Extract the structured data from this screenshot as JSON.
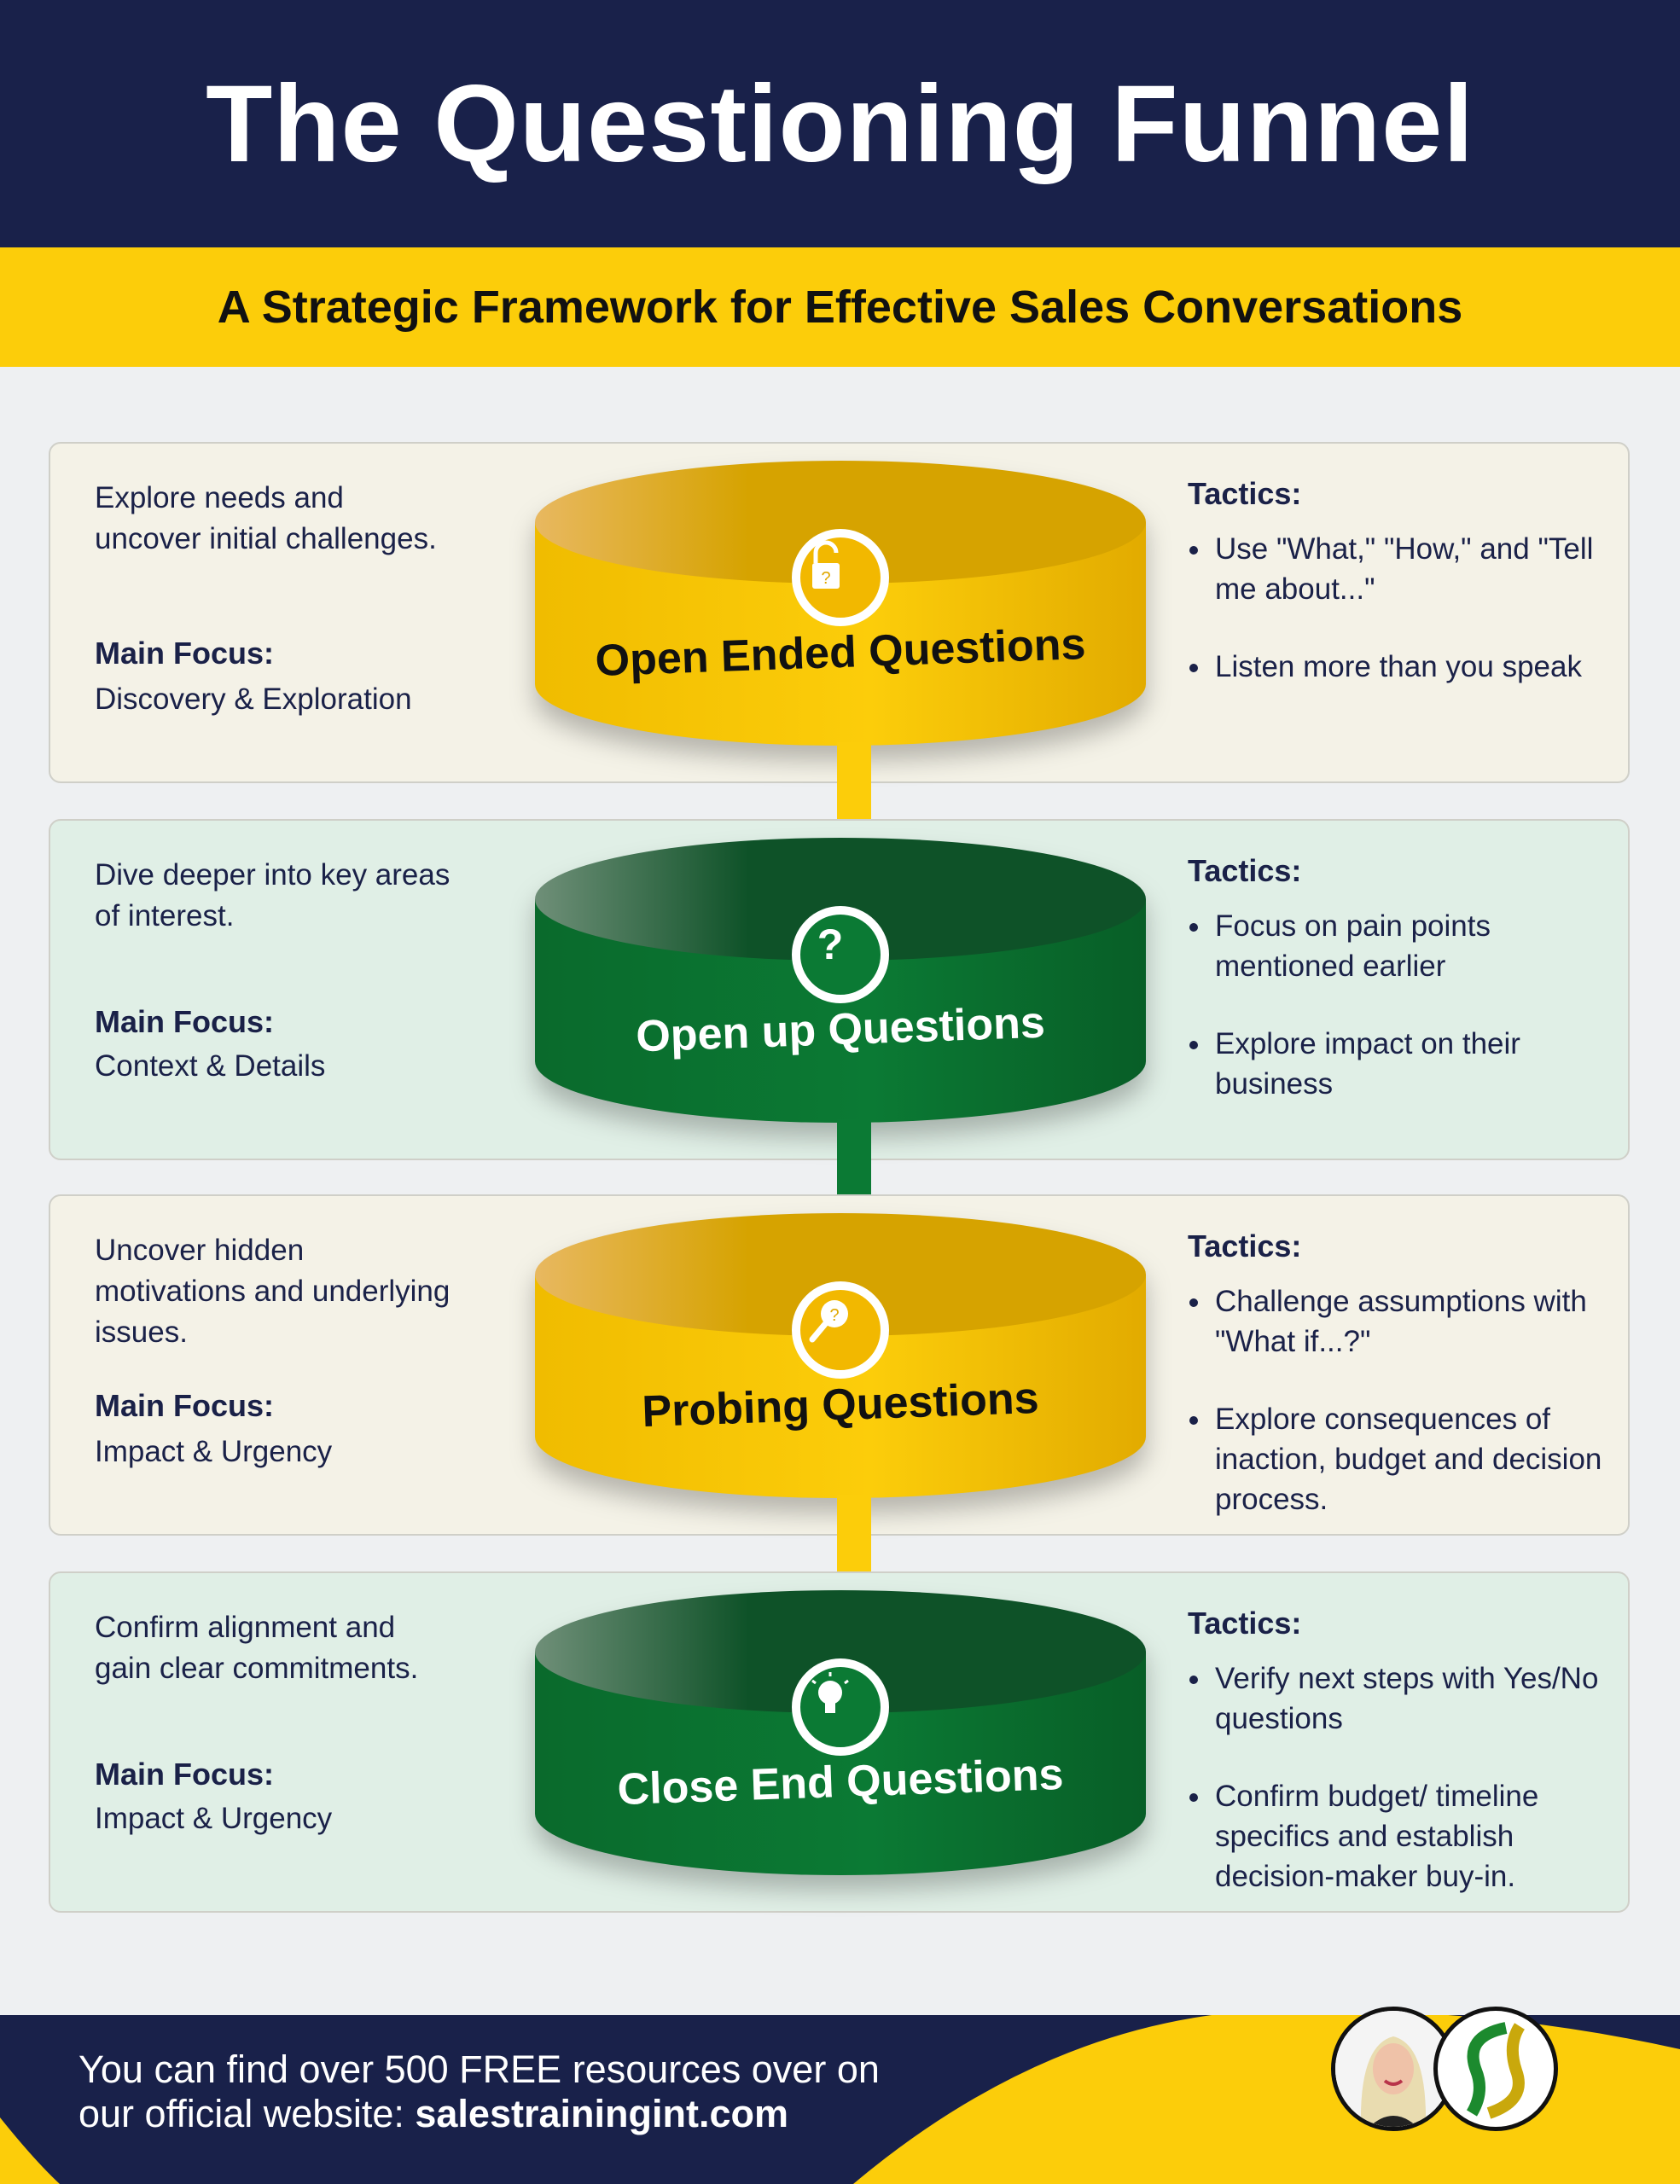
{
  "header": {
    "title": "The Questioning Funnel",
    "subtitle": "A Strategic Framework for Effective Sales Conversations"
  },
  "common": {
    "main_focus_label": "Main Focus:",
    "tactics_label": "Tactics:"
  },
  "stages": [
    {
      "title": "Open Ended Questions",
      "icon": "unlock-icon",
      "color": "yellow",
      "description": "Explore needs and uncover initial challenges.",
      "main_focus": "Discovery & Exploration",
      "tactics": [
        "Use \"What,\" \"How,\" and \"Tell me about...\"",
        "Listen more than you speak"
      ]
    },
    {
      "title": "Open up Questions",
      "icon": "question-icon",
      "color": "green",
      "description": "Dive deeper into key areas of interest.",
      "main_focus": "Context & Details",
      "tactics": [
        "Focus on pain points mentioned earlier",
        "Explore impact on their business"
      ]
    },
    {
      "title": "Probing Questions",
      "icon": "magnifier-icon",
      "color": "yellow",
      "description": "Uncover hidden motivations and underlying issues.",
      "main_focus": "Impact & Urgency",
      "tactics": [
        "Challenge assumptions with \"What if...?\"",
        "Explore consequences of inaction, budget and decision process."
      ]
    },
    {
      "title": "Close End Questions",
      "icon": "lightbulb-icon",
      "color": "green",
      "description": "Confirm alignment and gain clear commitments.",
      "main_focus": "Impact & Urgency",
      "tactics": [
        "Verify next steps with Yes/No questions",
        "Confirm budget/ timeline specifics and establish decision-maker buy-in."
      ]
    }
  ],
  "footer": {
    "line1": "You can find over 500 FREE resources over on",
    "line2_prefix": "our official website: ",
    "website": "salestrainingint.com"
  },
  "colors": {
    "navy": "#19214a",
    "yellow": "#fccd0a",
    "green": "#0b7a34"
  }
}
